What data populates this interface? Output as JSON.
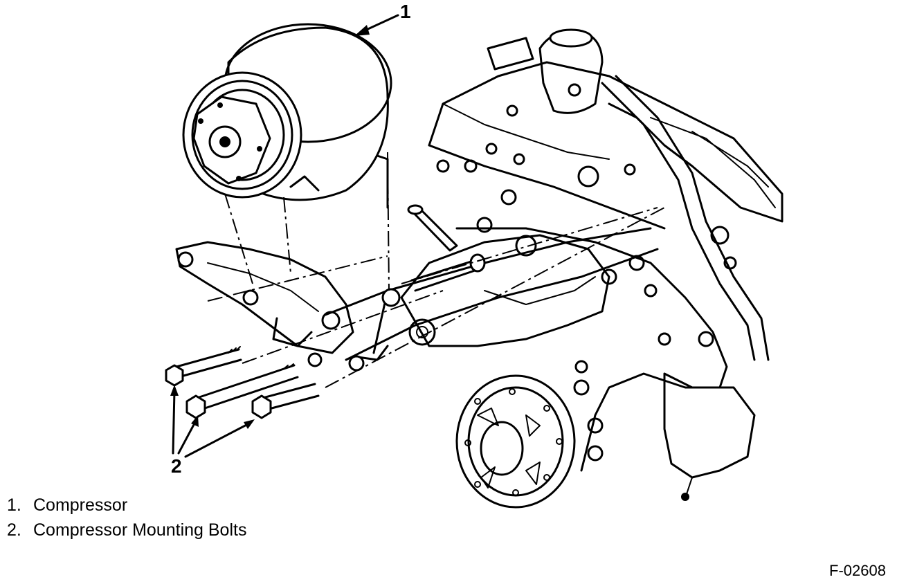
{
  "callouts": [
    {
      "id": "1",
      "label": "1"
    },
    {
      "id": "2",
      "label": "2"
    }
  ],
  "legend": [
    {
      "number": "1.",
      "text": "Compressor"
    },
    {
      "number": "2.",
      "text": "Compressor Mounting Bolts"
    }
  ],
  "figure_code": "F-02608"
}
